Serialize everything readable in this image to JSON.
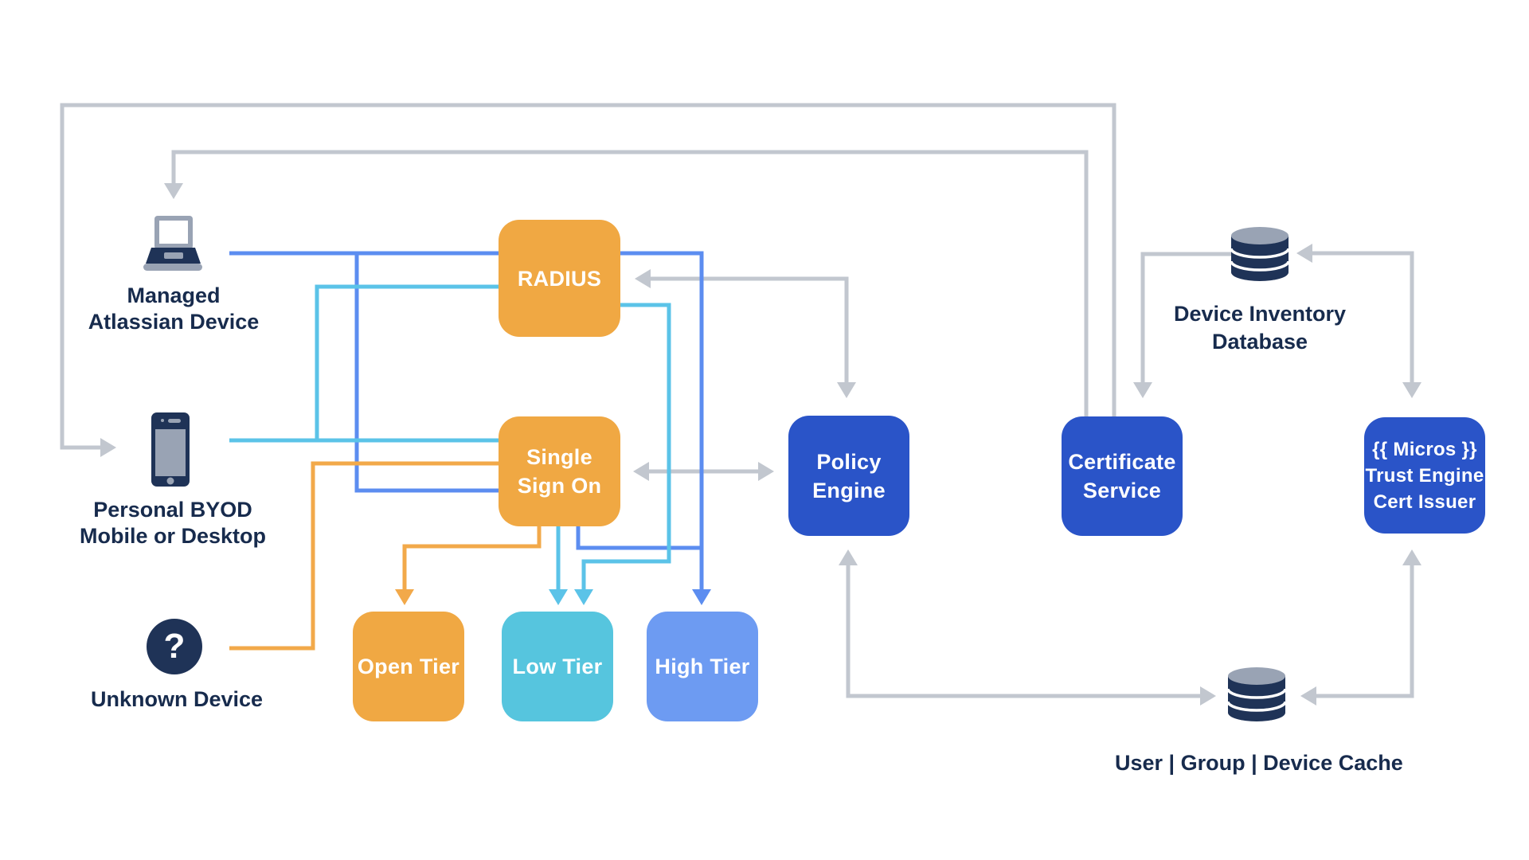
{
  "colors": {
    "orange": "#F0A843",
    "teal": "#56C5DE",
    "light_blue": "#6D9BF2",
    "dark_blue": "#2A54C8",
    "line_blue": "#5C8DF0",
    "line_cyan": "#5BC3E8",
    "line_orange": "#F2A94A",
    "line_gray": "#C2C7CF",
    "navy": "#1F3357",
    "icon_gray": "#99A3B4",
    "text_navy": "#172B4D",
    "box_text": "#FFFFFF",
    "background": "#FFFFFF"
  },
  "devices": {
    "managed": {
      "label_line1": "Managed",
      "label_line2": "Atlassian Device"
    },
    "byod": {
      "label_line1": "Personal BYOD",
      "label_line2": "Mobile or Desktop"
    },
    "unknown": {
      "label": "Unknown Device",
      "icon_glyph": "?"
    }
  },
  "services": {
    "radius": {
      "label": "RADIUS"
    },
    "sso": {
      "label_line1": "Single",
      "label_line2": "Sign On"
    },
    "open_tier": {
      "label": "Open Tier"
    },
    "low_tier": {
      "label": "Low Tier"
    },
    "high_tier": {
      "label": "High Tier"
    },
    "policy_engine": {
      "label_line1": "Policy",
      "label_line2": "Engine"
    },
    "certificate_service": {
      "label_line1": "Certificate",
      "label_line2": "Service"
    },
    "trust_engine": {
      "label_line1": "{{ Micros }}",
      "label_line2": "Trust Engine",
      "label_line3": "Cert Issuer"
    }
  },
  "data_stores": {
    "device_inventory": {
      "label_line1": "Device Inventory",
      "label_line2": "Database"
    },
    "user_cache": {
      "label": "User | Group | Device Cache"
    }
  }
}
